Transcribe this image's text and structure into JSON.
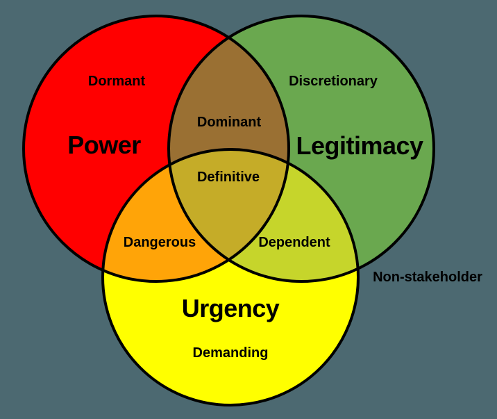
{
  "colors": {
    "background": "#4c6971",
    "outline": "#000000",
    "text": "#000000",
    "power": "#ff0000",
    "legitimacy": "#6aa84f",
    "urgency": "#ffff00",
    "power_legitimacy": "#9a7033",
    "power_urgency": "#ffa408",
    "legitimacy_urgency": "#c6d52b",
    "center": "#c5ac28"
  },
  "labels": {
    "power": "Power",
    "legitimacy": "Legitimacy",
    "urgency": "Urgency",
    "dormant": "Dormant",
    "discretionary": "Discretionary",
    "demanding": "Demanding",
    "dominant": "Dominant",
    "dangerous": "Dangerous",
    "dependent": "Dependent",
    "definitive": "Definitive",
    "non_stakeholder": "Non-stakeholder"
  },
  "venn": {
    "type": "venn-3",
    "sets": [
      {
        "name": "Power",
        "color": "#ff0000",
        "solo_region_label": "Dormant"
      },
      {
        "name": "Legitimacy",
        "color": "#6aa84f",
        "solo_region_label": "Discretionary"
      },
      {
        "name": "Urgency",
        "color": "#ffff00",
        "solo_region_label": "Demanding"
      }
    ],
    "pair_regions": [
      {
        "sets": [
          "Power",
          "Legitimacy"
        ],
        "label": "Dominant",
        "color": "#9a7033"
      },
      {
        "sets": [
          "Power",
          "Urgency"
        ],
        "label": "Dangerous",
        "color": "#ffa408"
      },
      {
        "sets": [
          "Legitimacy",
          "Urgency"
        ],
        "label": "Dependent",
        "color": "#c6d52b"
      }
    ],
    "triple_region": {
      "label": "Definitive",
      "color": "#c5ac28"
    },
    "outside_region": {
      "label": "Non-stakeholder"
    }
  }
}
